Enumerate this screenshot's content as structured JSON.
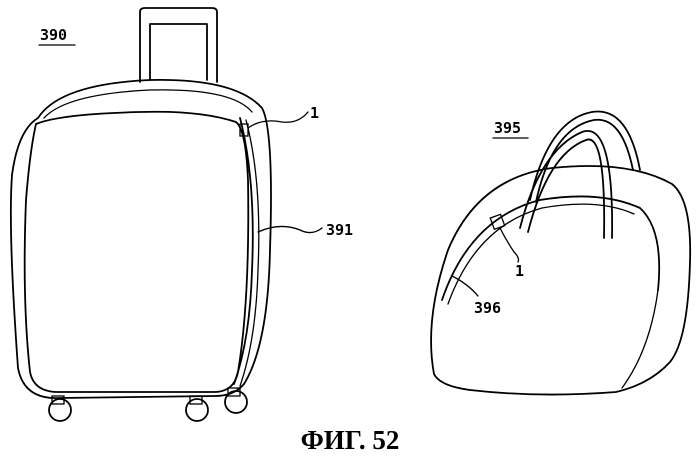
{
  "figure": {
    "caption": "ФИГ. 52",
    "suitcase": {
      "ref": "390",
      "zipper_ref": "1",
      "seam_ref": "391"
    },
    "bag": {
      "ref": "395",
      "zipper_ref": "1",
      "seam_ref": "396"
    }
  }
}
